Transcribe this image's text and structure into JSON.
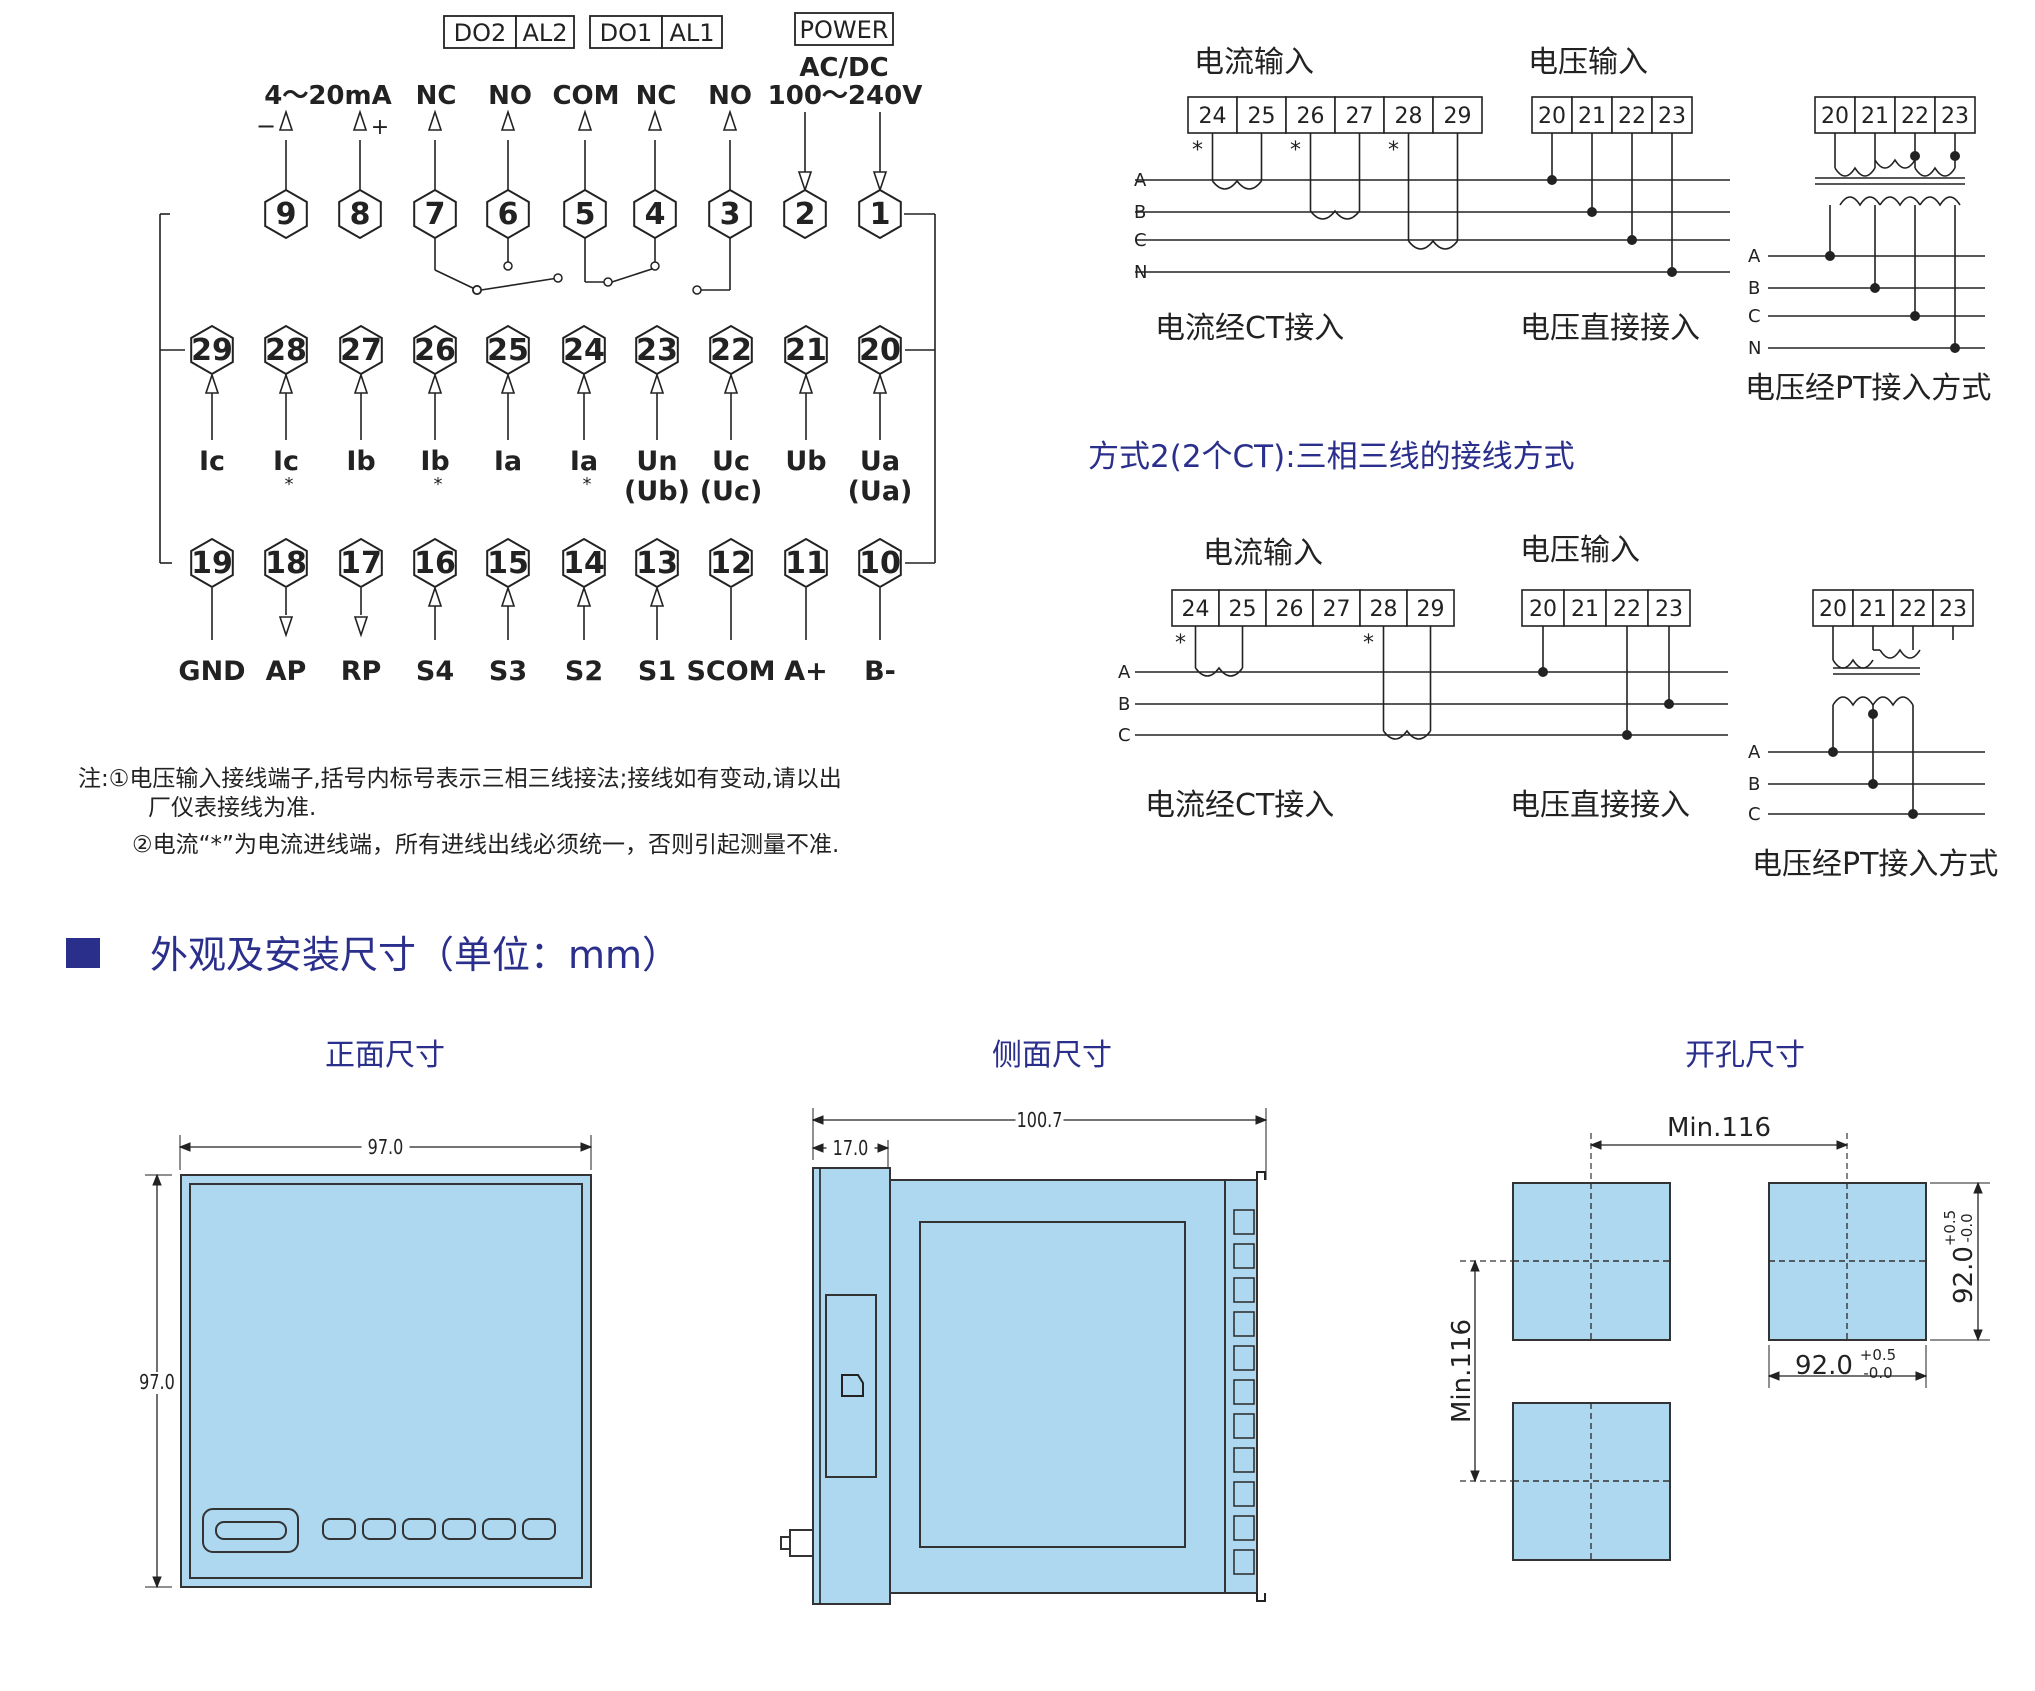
{
  "colors": {
    "line": "#222222",
    "accent": "#2b2f8c",
    "panel": "#add8f0",
    "panel_stroke": "#333333"
  },
  "terminal": {
    "box_labels": [
      "DO2",
      "AL2",
      "DO1",
      "AL1"
    ],
    "power_label": "POWER",
    "acdc": "AC/DC",
    "top_labels": [
      "4～20mA",
      "NC",
      "NO",
      "COM",
      "NC",
      "NO",
      "100～240V"
    ],
    "minus": "−",
    "plus": "+",
    "top_row": [
      "9",
      "8",
      "7",
      "6",
      "5",
      "4",
      "3",
      "2",
      "1"
    ],
    "mid_row": [
      "29",
      "28",
      "27",
      "26",
      "25",
      "24",
      "23",
      "22",
      "21",
      "20"
    ],
    "mid_labels": [
      "Ic",
      "Ic",
      "Ib",
      "Ib",
      "Ia",
      "Ia",
      "Un",
      "Uc",
      "Ub",
      "Ua"
    ],
    "mid_sub": [
      "(Ub)",
      "(Uc)",
      "(Ua)"
    ],
    "star": "*",
    "bot_row": [
      "19",
      "18",
      "17",
      "16",
      "15",
      "14",
      "13",
      "12",
      "11",
      "10"
    ],
    "bot_labels": [
      "GND",
      "AP",
      "RP",
      "S4",
      "S3",
      "S2",
      "S1",
      "SCOM",
      "A+",
      "B-"
    ]
  },
  "notes": {
    "line1": "注:①电压输入接线端子,括号内标号表示三相三线接法;接线如有变动,请以出",
    "line2": "厂仪表接线为准.",
    "line3": "②电流“*”为电流进线端，所有进线出线必须统一，否则引起测量不准."
  },
  "wiring1": {
    "current_input": "电流输入",
    "voltage_input": "电压输入",
    "ct_terminals": [
      "24",
      "25",
      "26",
      "27",
      "28",
      "29"
    ],
    "vt_terminals": [
      "20",
      "21",
      "22",
      "23"
    ],
    "pt_terminals": [
      "20",
      "21",
      "22",
      "23"
    ],
    "phases": [
      "A",
      "B",
      "C",
      "N"
    ],
    "ct_label": "电流经CT接入",
    "direct_label": "电压直接接入",
    "pt_label": "电压经PT接入方式"
  },
  "mode2_title": "方式2(2个CT):三相三线的接线方式",
  "wiring2": {
    "current_input": "电流输入",
    "voltage_input": "电压输入",
    "ct_terminals": [
      "24",
      "25",
      "26",
      "27",
      "28",
      "29"
    ],
    "vt_terminals": [
      "20",
      "21",
      "22",
      "23"
    ],
    "pt_terminals": [
      "20",
      "21",
      "22",
      "23"
    ],
    "phases": [
      "A",
      "B",
      "C"
    ],
    "ct_label": "电流经CT接入",
    "direct_label": "电压直接接入",
    "pt_label": "电压经PT接入方式"
  },
  "section_title": "外观及安装尺寸（单位：mm）",
  "dims": {
    "front_title": "正面尺寸",
    "side_title": "侧面尺寸",
    "cutout_title": "开孔尺寸",
    "front_w": "97.0",
    "front_h": "97.0",
    "side_total": "100.7",
    "side_front": "17.0",
    "min_h": "Min.116",
    "min_v": "Min.116",
    "cut_h": "92.0",
    "cut_v": "92.0",
    "tol_plus": "+0.5",
    "tol_minus": "-0.0"
  }
}
